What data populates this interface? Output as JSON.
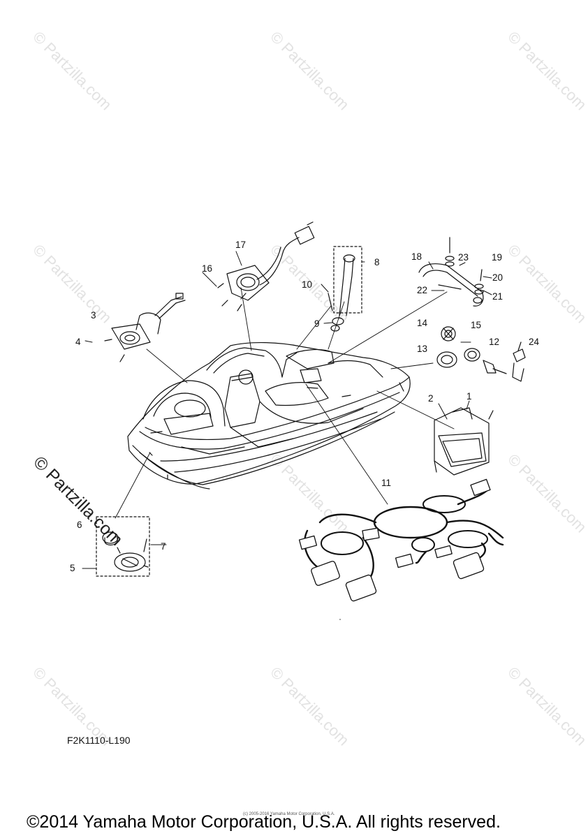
{
  "watermarks": {
    "text": "© Partzilla.com",
    "featured": "© Partzilla.com"
  },
  "callouts": [
    "1",
    "2",
    "3",
    "4",
    "5",
    "6",
    "7",
    "8",
    "9",
    "10",
    "11",
    "12",
    "13",
    "14",
    "15",
    "16",
    "17",
    "18",
    "19",
    "20",
    "21",
    "22",
    "23",
    "24"
  ],
  "diagram_code": "F2K1110-L190",
  "fine_print": "(c) 2005-2016 Yamaha Motor Corporation, U.S.A.",
  "copyright": "©2014 Yamaha Motor Corporation, U.S.A. All rights reserved."
}
